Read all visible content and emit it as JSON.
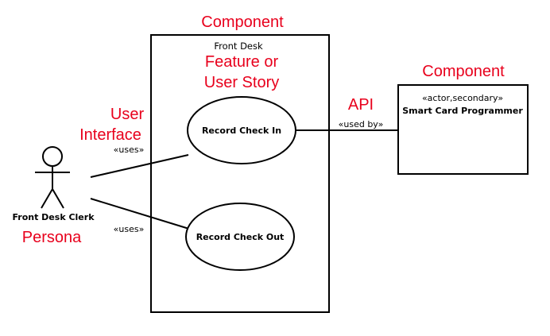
{
  "colors": {
    "annotation": "#e8001c",
    "stroke": "#000000",
    "background": "#ffffff"
  },
  "annotations": {
    "component_top": "Component",
    "feature_line1": "Feature or",
    "feature_line2": "User Story",
    "user_line1": "User",
    "user_line2": "Interface",
    "persona": "Persona",
    "api": "API",
    "component_right": "Component"
  },
  "system": {
    "name": "Front Desk"
  },
  "actor": {
    "name": "Front Desk Clerk",
    "icon": "stick-figure-icon"
  },
  "use_cases": [
    {
      "label": "Record Check In"
    },
    {
      "label": "Record Check Out"
    }
  ],
  "associations": {
    "uses_1": "«uses»",
    "uses_2": "«uses»",
    "used_by": "«used by»"
  },
  "secondary_actor": {
    "stereotype": "«actor,secondary»",
    "name": "Smart Card Programmer"
  }
}
